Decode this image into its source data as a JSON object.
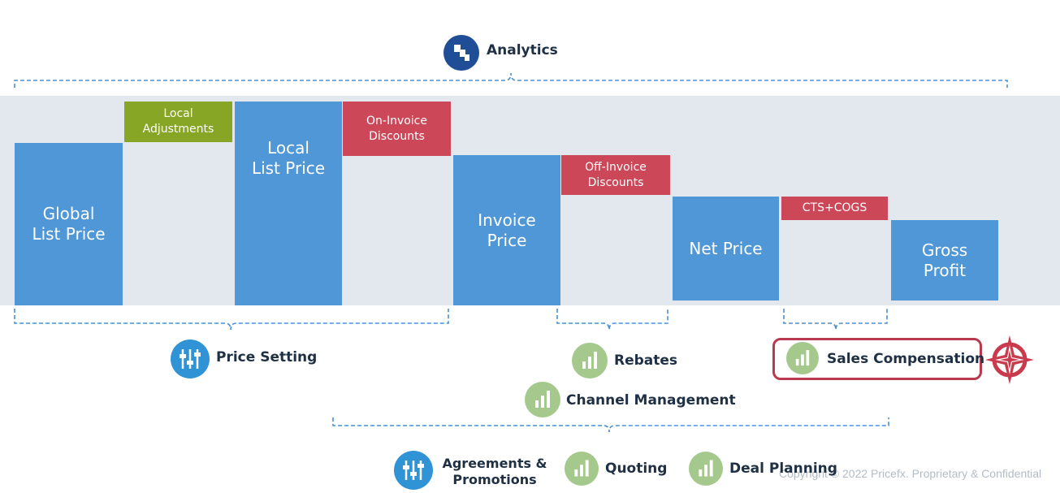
{
  "waterfall": {
    "global_list_price": "Global\nList Price",
    "local_adjustments": "Local\nAdjustments",
    "local_list_price": "Local\nList Price",
    "on_invoice_discounts": "On-Invoice\nDiscounts",
    "invoice_price": "Invoice\nPrice",
    "off_invoice_discounts": "Off-Invoice\nDiscounts",
    "net_price": "Net Price",
    "cts_cogs": "CTS+COGS",
    "gross_profit": "Gross\nProfit"
  },
  "modules": {
    "analytics": "Analytics",
    "price_setting": "Price Setting",
    "rebates": "Rebates",
    "sales_compensation": "Sales Compensation",
    "channel_management": "Channel Management",
    "agreements_promotions": "Agreements &\nPromotions",
    "quoting": "Quoting",
    "deal_planning": "Deal Planning"
  },
  "footer": {
    "copyright": "Copyright © 2022 Pricefx. Proprietary & Confidential"
  },
  "colors": {
    "price_block": "#4f97d6",
    "discount_block": "#cc4758",
    "adjustment_block": "#88a626",
    "icon_analytics": "#1f4e96",
    "icon_blue": "#2f93d6",
    "icon_green": "#a5c98d",
    "highlight": "#b83a4f"
  }
}
